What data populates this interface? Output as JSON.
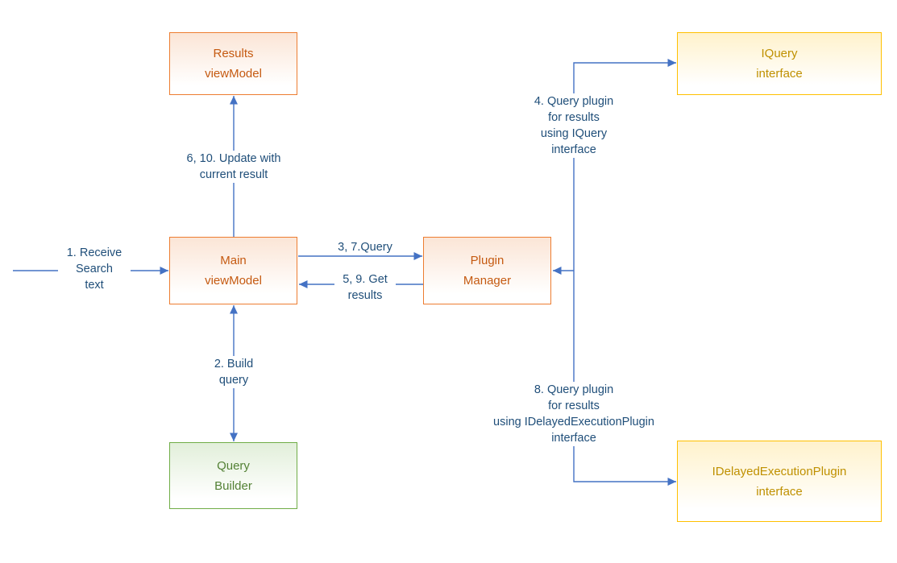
{
  "diagram": {
    "nodes": {
      "results_viewmodel": "Results\nviewModel",
      "iquery_interface": "IQuery\ninterface",
      "main_viewmodel": "Main\nviewModel",
      "plugin_manager": "Plugin\nManager",
      "query_builder": "Query\nBuilder",
      "idelayedexecutionplugin_interface": "IDelayedExecutionPlugin\ninterface"
    },
    "edge_labels": {
      "receive_search": "1. Receive\nSearch\ntext",
      "build_query": "2. Build\nquery",
      "query": "3, 7.Query",
      "query_plugin_iquery": "4. Query plugin\nfor results\nusing IQuery\ninterface",
      "get_results": "5, 9. Get\nresults",
      "update_with_result": "6, 10. Update with\ncurrent result",
      "query_plugin_idelayed": "8. Query plugin\nfor results\nusing IDelayedExecutionPlugin\ninterface"
    },
    "colors": {
      "orange_border": "#ED7D31",
      "orange_text": "#C55A11",
      "gold_border": "#FFC000",
      "gold_text": "#BF9000",
      "green_border": "#70AD47",
      "green_text": "#538135",
      "connector": "#4472C4",
      "connector_text": "#1F4E79"
    }
  }
}
